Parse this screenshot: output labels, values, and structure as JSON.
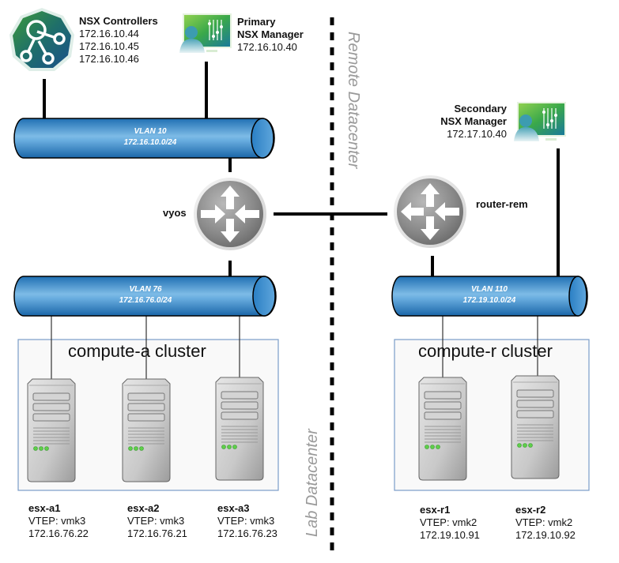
{
  "datacenters": {
    "remote_label": "Remote Datacenter",
    "lab_label": "Lab Datacenter"
  },
  "controllers": {
    "title": "NSX Controllers",
    "ips": [
      "172.16.10.44",
      "172.16.10.45",
      "172.16.10.46"
    ],
    "icon": "nsx-controller-icon"
  },
  "primary_manager": {
    "title_line1": "Primary",
    "title_line2": "NSX Manager",
    "ip": "172.16.10.40",
    "icon": "nsx-manager-icon"
  },
  "secondary_manager": {
    "title_line1": "Secondary",
    "title_line2": "NSX Manager",
    "ip": "172.17.10.40",
    "icon": "nsx-manager-icon"
  },
  "routers": {
    "vyos": {
      "name": "vyos",
      "icon": "router-icon"
    },
    "remote": {
      "name": "router-rem",
      "icon": "router-icon"
    }
  },
  "vlans": {
    "vlan10": {
      "name": "VLAN 10",
      "subnet": "172.16.10.0/24"
    },
    "vlan76": {
      "name": "VLAN 76",
      "subnet": "172.16.76.0/24"
    },
    "vlan110": {
      "name": "VLAN 110",
      "subnet": "172.19.10.0/24"
    }
  },
  "clusters": {
    "compute_a": {
      "title": "compute-a cluster",
      "hosts": [
        {
          "name": "esx-a1",
          "vtep": "VTEP: vmk3",
          "ip": "172.16.76.22"
        },
        {
          "name": "esx-a2",
          "vtep": "VTEP: vmk3",
          "ip": "172.16.76.21"
        },
        {
          "name": "esx-a3",
          "vtep": "VTEP: vmk3",
          "ip": "172.16.76.23"
        }
      ]
    },
    "compute_r": {
      "title": "compute-r cluster",
      "hosts": [
        {
          "name": "esx-r1",
          "vtep": "VTEP: vmk2",
          "ip": "172.19.10.91"
        },
        {
          "name": "esx-r2",
          "vtep": "VTEP: vmk2",
          "ip": "172.19.10.92"
        }
      ]
    }
  },
  "colors": {
    "pipe": "#2a7fc4",
    "pipe_light": "#7dbbe6",
    "cluster_border": "#7a9cc8",
    "cluster_bg": "#f9f9f9",
    "dc_label": "#9a9a9a",
    "server_led": "#5fcf4a"
  }
}
